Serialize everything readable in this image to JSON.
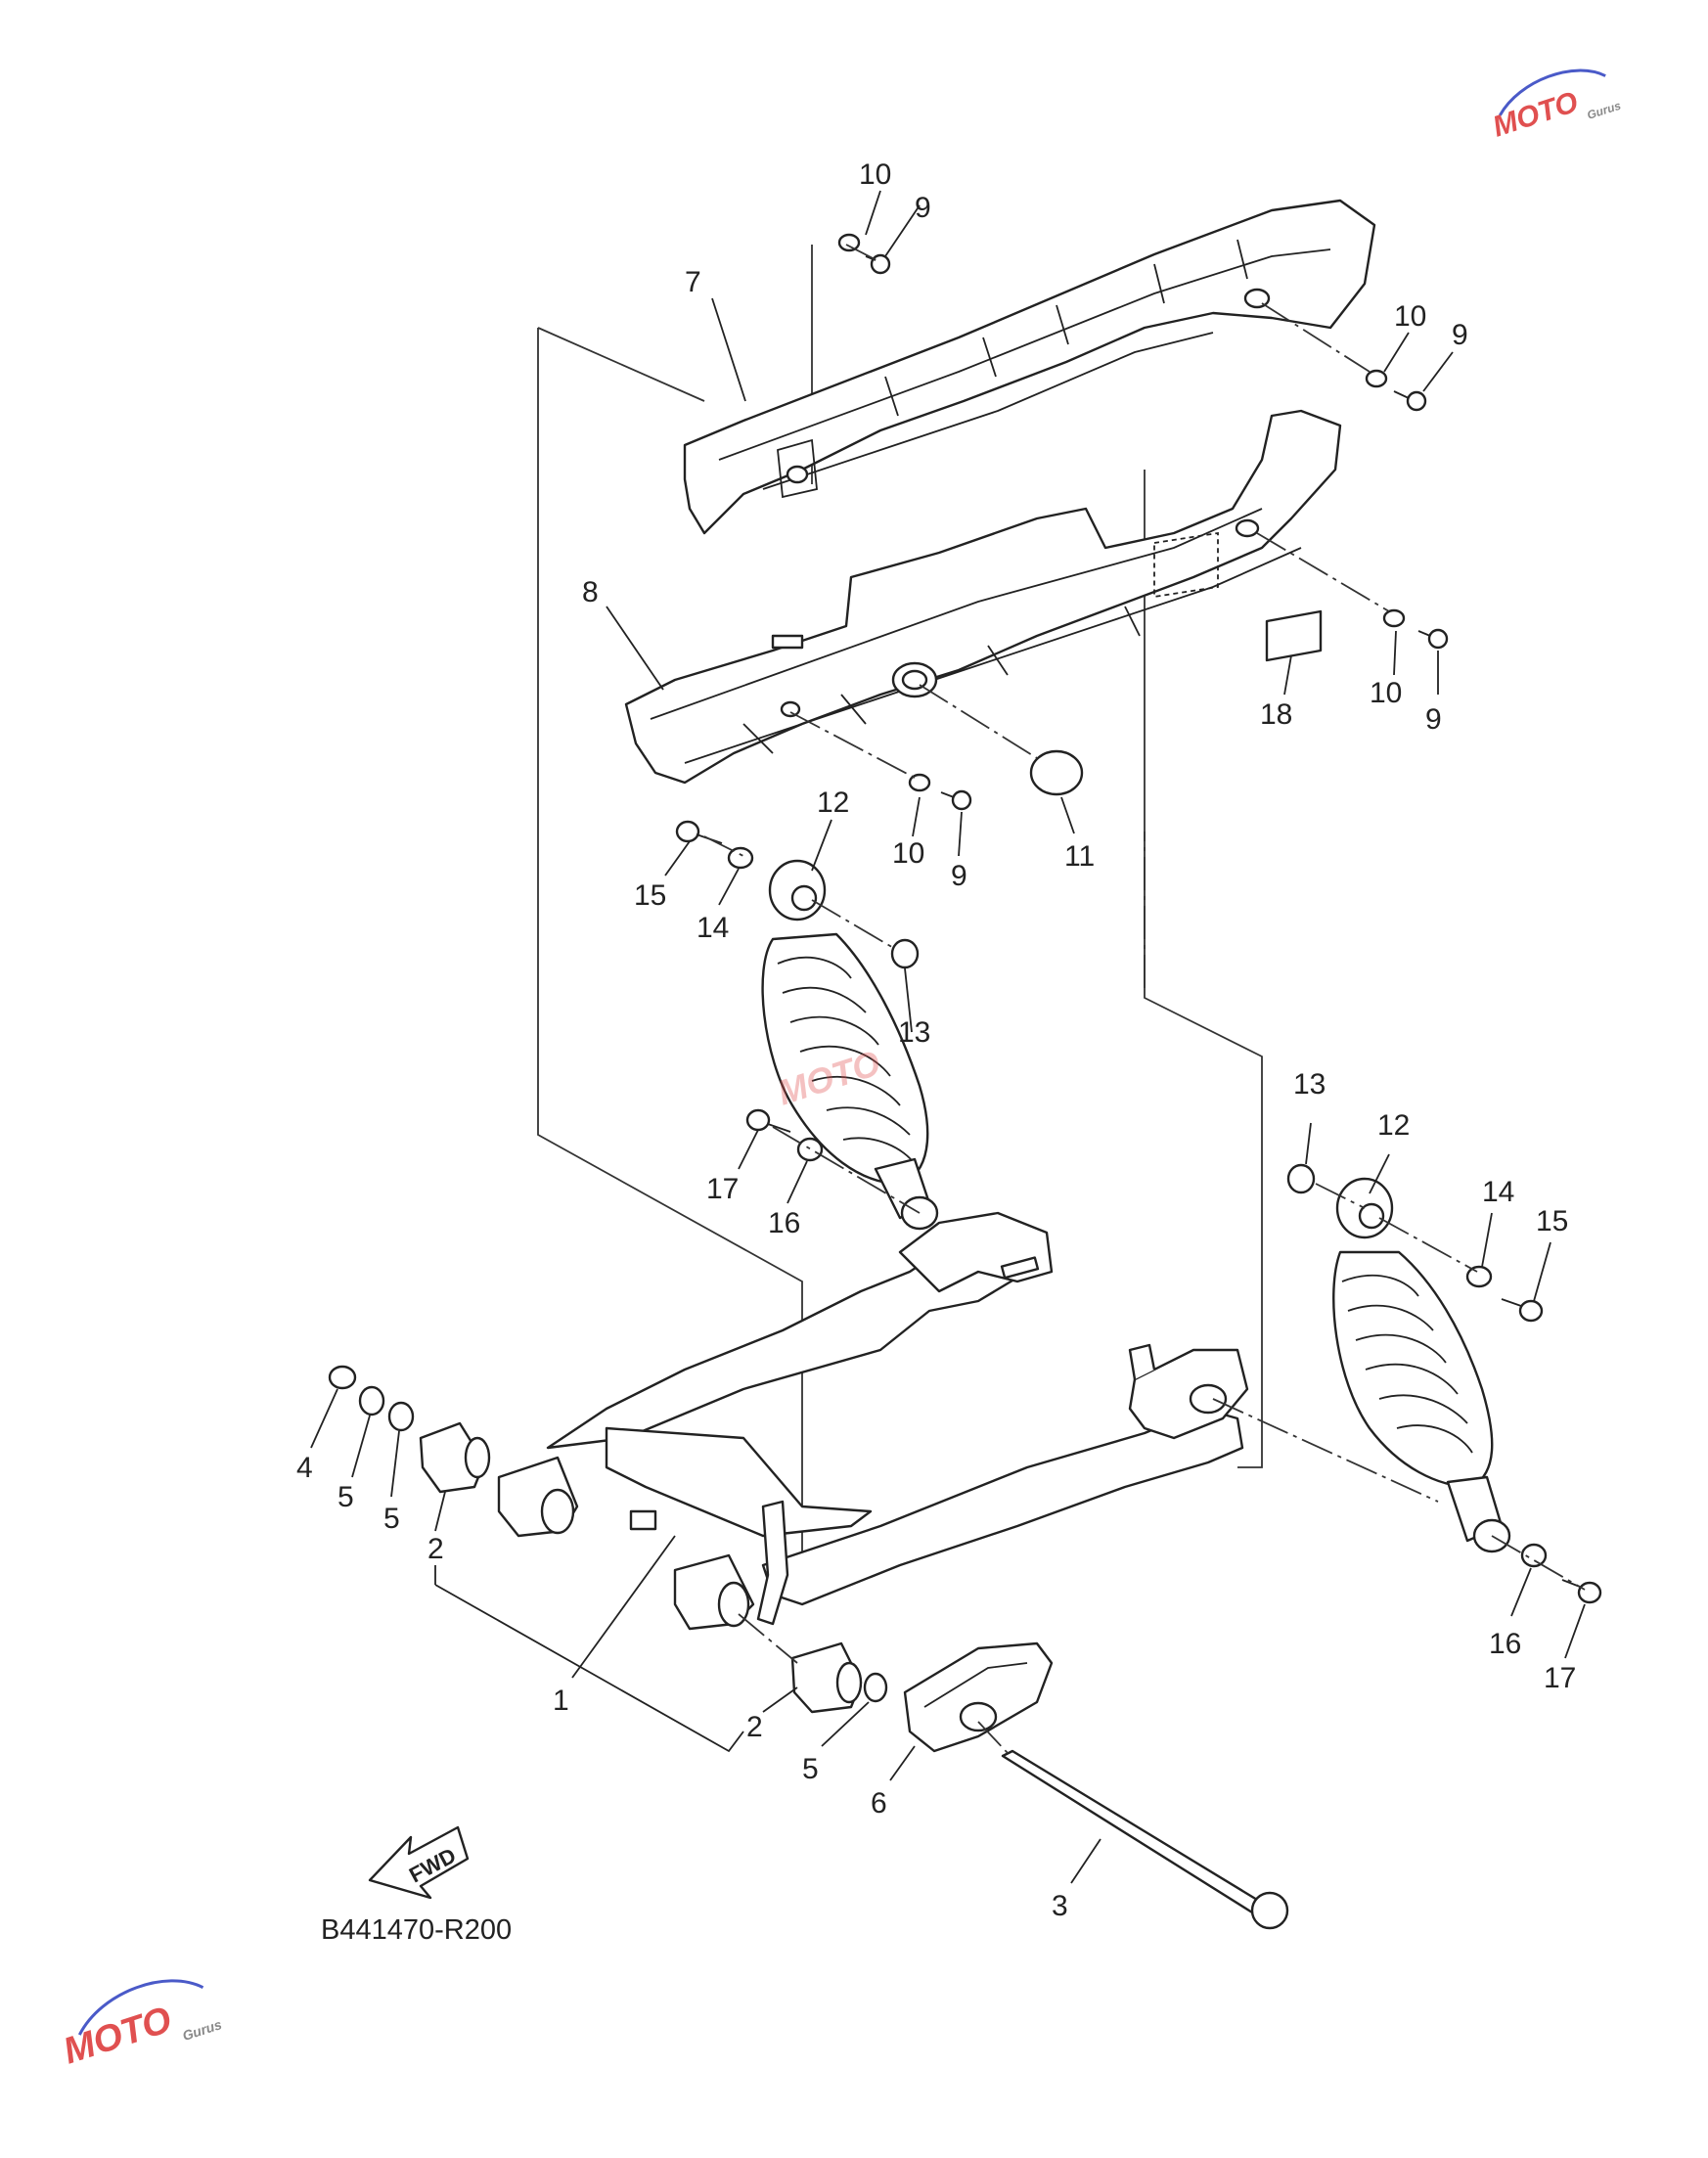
{
  "diagram": {
    "code": "B441470-R200",
    "fwd_label": "FWD",
    "callouts": {
      "p1": "1",
      "p2a": "2",
      "p2b": "2",
      "p3": "3",
      "p4": "4",
      "p5a": "5",
      "p5b": "5",
      "p5c": "5",
      "p6": "6",
      "p7": "7",
      "p8": "8",
      "p9a": "9",
      "p9b": "9",
      "p9c": "9",
      "p9d": "9",
      "p10a": "10",
      "p10b": "10",
      "p10c": "10",
      "p10d": "10",
      "p11": "11",
      "p12a": "12",
      "p12b": "12",
      "p13a": "13",
      "p13b": "13",
      "p14a": "14",
      "p14b": "14",
      "p15a": "15",
      "p15b": "15",
      "p16a": "16",
      "p16b": "16",
      "p17a": "17",
      "p17b": "17",
      "p18": "18"
    }
  },
  "watermark": {
    "logo_text": "MOTO",
    "sub_text": "Gurus",
    "color_red": "#e05050",
    "color_blue": "#4a5ac8"
  },
  "colors": {
    "line": "#222222",
    "background": "#ffffff"
  }
}
